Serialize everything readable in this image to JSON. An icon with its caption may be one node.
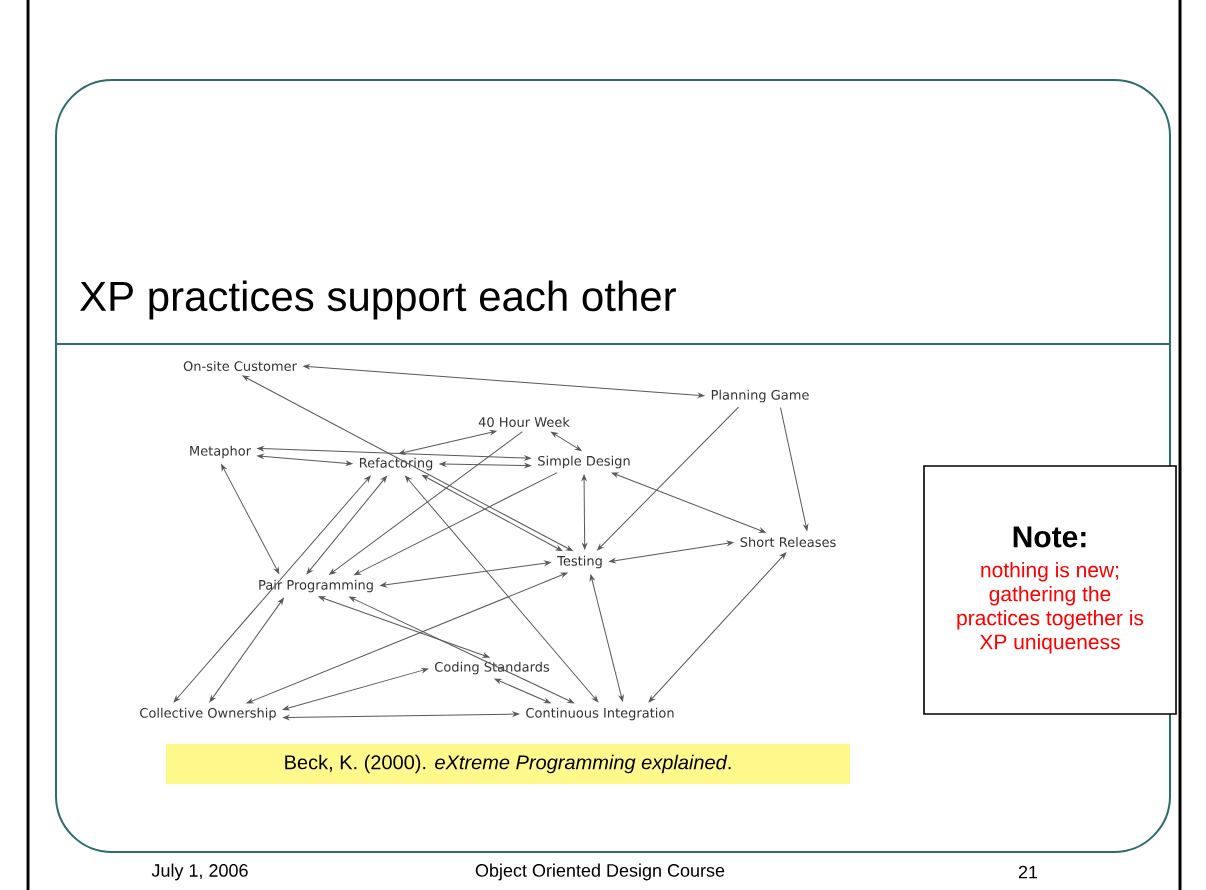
{
  "diagram": {
    "title": "XP practices support each other",
    "caption": "Beck, K. (2000). *eXtreme Programming explained*.",
    "nodes": [
      {
        "text": [
          "On-site Customer"
        ]
      },
      {
        "text": [
          "Planning Game"
        ]
      },
      {
        "text": [
          "40 Hour Week"
        ]
      },
      {
        "text": [
          "Metaphor"
        ]
      },
      {
        "text": [
          "Refactoring"
        ]
      },
      {
        "text": [
          "Simple Design"
        ]
      },
      {
        "text": [
          "Testing"
        ]
      },
      {
        "text": [
          "Short Releases"
        ]
      },
      {
        "text": [
          "Pair Programming"
        ]
      },
      {
        "text": [
          "Coding Standards"
        ]
      },
      {
        "text": [
          "Collective Ownership"
        ]
      },
      {
        "text": [
          "Continuous Integration"
        ]
      },
      {
        "text": [
          "Note:",
          "nothing is new; gathering the practices together is XP uniqueness"
        ]
      }
    ],
    "edges": [
      {
        "from": 0,
        "to": 1,
        "arrow": "both"
      },
      {
        "from": 0,
        "to": 6,
        "arrow": "both"
      },
      {
        "from": 1,
        "to": 7,
        "arrow": "to"
      },
      {
        "from": 1,
        "to": 6,
        "arrow": "to"
      },
      {
        "from": 2,
        "to": 4,
        "arrow": "both"
      },
      {
        "from": 2,
        "to": 5,
        "arrow": "both"
      },
      {
        "from": 2,
        "to": 8,
        "arrow": "to"
      },
      {
        "from": 3,
        "to": 4,
        "arrow": "both"
      },
      {
        "from": 3,
        "to": 5,
        "arrow": "both"
      },
      {
        "from": 3,
        "to": 8,
        "arrow": "both"
      },
      {
        "from": 4,
        "to": 5,
        "arrow": "both"
      },
      {
        "from": 4,
        "to": 8,
        "arrow": "both"
      },
      {
        "from": 4,
        "to": 6,
        "arrow": "both"
      },
      {
        "from": 4,
        "to": 10,
        "arrow": "both"
      },
      {
        "from": 4,
        "to": 11,
        "arrow": "both"
      },
      {
        "from": 5,
        "to": 6,
        "arrow": "both"
      },
      {
        "from": 5,
        "to": 7,
        "arrow": "both"
      },
      {
        "from": 5,
        "to": 8,
        "arrow": "to"
      },
      {
        "from": 6,
        "to": 7,
        "arrow": "both"
      },
      {
        "from": 6,
        "to": 8,
        "arrow": "both"
      },
      {
        "from": 6,
        "to": 11,
        "arrow": "both"
      },
      {
        "from": 6,
        "to": 10,
        "arrow": "both"
      },
      {
        "from": 8,
        "to": 9,
        "arrow": "both"
      },
      {
        "from": 8,
        "to": 10,
        "arrow": "both"
      },
      {
        "from": 8,
        "to": 11,
        "arrow": "both"
      },
      {
        "from": 9,
        "to": 10,
        "arrow": "both"
      },
      {
        "from": 9,
        "to": 11,
        "arrow": "both"
      },
      {
        "from": 10,
        "to": 11,
        "arrow": "both"
      },
      {
        "from": 7,
        "to": 11,
        "arrow": "both"
      }
    ],
    "labels": [
      "July 1, 2006",
      "Object Oriented Design Course",
      "21"
    ]
  }
}
